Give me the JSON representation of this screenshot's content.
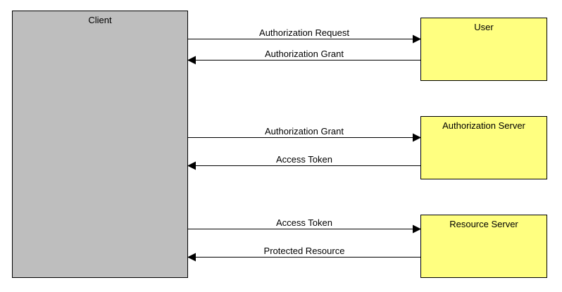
{
  "colors": {
    "client_fill": "#bebebe",
    "server_fill": "#ffff80",
    "stroke": "#000000",
    "background": "#ffffff"
  },
  "nodes": {
    "client": {
      "label": "Client"
    },
    "user": {
      "label": "User"
    },
    "authorization_server": {
      "label": "Authorization Server"
    },
    "resource_server": {
      "label": "Resource Server"
    }
  },
  "edges": [
    {
      "label": "Authorization Request",
      "from": "Client",
      "to": "User"
    },
    {
      "label": "Authorization Grant",
      "from": "User",
      "to": "Client"
    },
    {
      "label": "Authorization Grant",
      "from": "Client",
      "to": "Authorization Server"
    },
    {
      "label": "Access Token",
      "from": "Authorization Server",
      "to": "Client"
    },
    {
      "label": "Access Token",
      "from": "Client",
      "to": "Resource Server"
    },
    {
      "label": "Protected Resource",
      "from": "Resource Server",
      "to": "Client"
    }
  ]
}
